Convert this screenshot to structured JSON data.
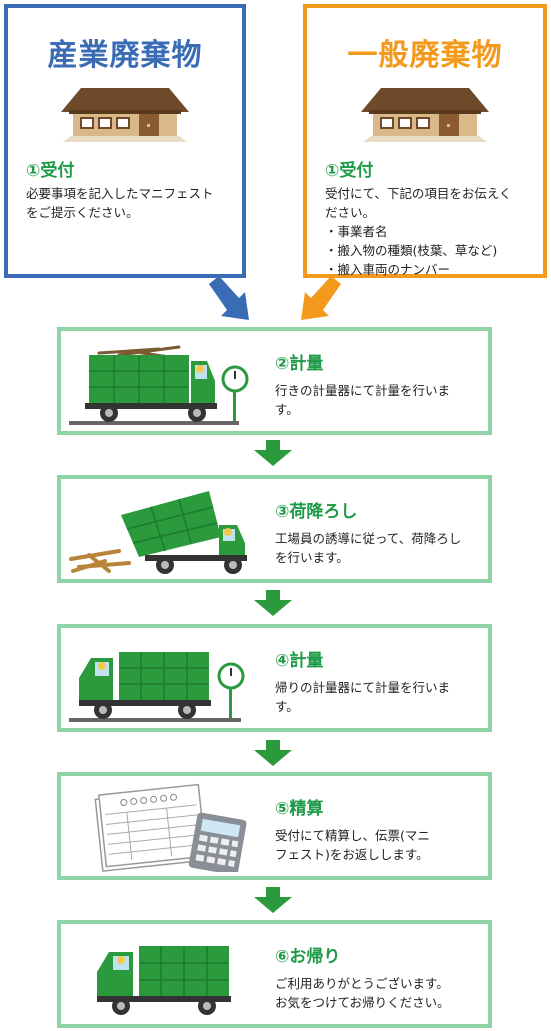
{
  "colors": {
    "industrial_blue": "#3a6cb5",
    "general_orange": "#f39a1e",
    "step_green": "#1f9b47",
    "box_border": "#8fd3a6",
    "truck_green": "#2a9a3c"
  },
  "industrial": {
    "title": "産業廃棄物",
    "step": "①受付",
    "lines": [
      "必要事項を記入したマニフェスト",
      "をご提示ください。"
    ]
  },
  "general": {
    "title": "一般廃棄物",
    "step": "①受付",
    "lines": [
      "受付にて、下記の項目をお伝えく",
      "ださい。",
      "・事業者名",
      "・搬入物の種類(枝葉、草など)",
      "・搬入車両のナンバー"
    ]
  },
  "steps": [
    {
      "title": "②計量",
      "lines": [
        "行きの計量器にて計量を行いま",
        "す。"
      ],
      "icon": "loaded-truck-on-scale-icon"
    },
    {
      "title": "③荷降ろし",
      "lines": [
        "工場員の誘導に従って、荷降ろし",
        "を行います。"
      ],
      "icon": "dump-truck-unloading-icon"
    },
    {
      "title": "④計量",
      "lines": [
        "帰りの計量器にて計量を行いま",
        "す。"
      ],
      "icon": "empty-truck-on-scale-icon"
    },
    {
      "title": "⑤精算",
      "lines": [
        "受付にて精算し、伝票(マニ",
        "フェスト)をお返しします。"
      ],
      "icon": "invoice-calculator-icon"
    },
    {
      "title": "⑥お帰り",
      "lines": [
        "ご利用ありがとうございます。",
        "お気をつけてお帰りください。"
      ],
      "icon": "departing-truck-icon"
    }
  ]
}
